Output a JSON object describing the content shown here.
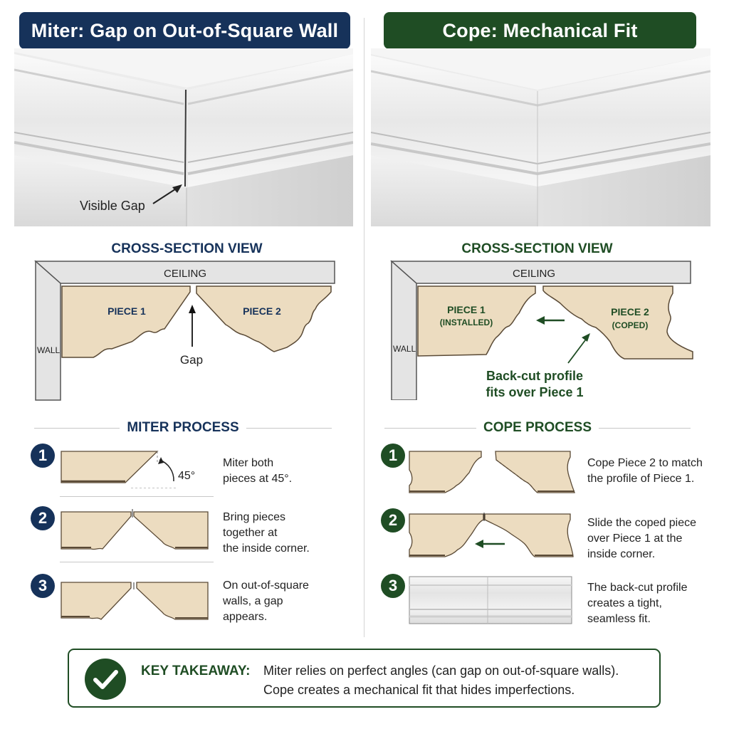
{
  "left": {
    "banner": "Miter: Gap on Out-of-Square Wall",
    "photo_label": "Visible Gap",
    "cross_section": {
      "title": "CROSS-SECTION VIEW",
      "ceiling": "CEILING",
      "wall": "WALL",
      "piece1": "PIECE 1",
      "piece2": "PIECE 2",
      "gap": "Gap"
    },
    "process": {
      "title": "MITER PROCESS",
      "angle": "45°",
      "steps": [
        {
          "num": "1",
          "line1": "Miter both",
          "line2": "pieces at 45°.",
          "line3": ""
        },
        {
          "num": "2",
          "line1": "Bring pieces",
          "line2": "together at",
          "line3": "the inside corner."
        },
        {
          "num": "3",
          "line1": "On out-of-square",
          "line2": "walls, a gap",
          "line3": "appears."
        }
      ]
    }
  },
  "right": {
    "banner": "Cope: Mechanical Fit",
    "cross_section": {
      "title": "CROSS-SECTION VIEW",
      "ceiling": "CEILING",
      "wall": "WALL",
      "piece1": "PIECE 1",
      "piece1_sub": "(INSTALLED)",
      "piece2": "PIECE 2",
      "piece2_sub": "(COPED)",
      "annotation_line1": "Back-cut profile",
      "annotation_line2": "fits over Piece 1"
    },
    "process": {
      "title": "COPE PROCESS",
      "steps": [
        {
          "num": "1",
          "line1": "Cope Piece 2 to match",
          "line2": "the profile of Piece 1.",
          "line3": ""
        },
        {
          "num": "2",
          "line1": "Slide the coped piece",
          "line2": "over Piece 1 at the",
          "line3": "inside corner."
        },
        {
          "num": "3",
          "line1": "The back-cut profile",
          "line2": "creates a tight,",
          "line3": "seamless fit."
        }
      ]
    }
  },
  "takeaway": {
    "label": "KEY TAKEAWAY:",
    "line1": "Miter relies on perfect angles (can gap on out-of-square walls).",
    "line2": "Cope creates a mechanical fit that hides imperfections."
  },
  "colors": {
    "navy": "#16325a",
    "green": "#1f4d24",
    "wood": "#ecdcc0",
    "wood_edge": "#5a4a36",
    "wall_gray": "#e4e4e4"
  },
  "icons": [
    "arrow-icon",
    "check-icon",
    "angle-arc-icon"
  ]
}
